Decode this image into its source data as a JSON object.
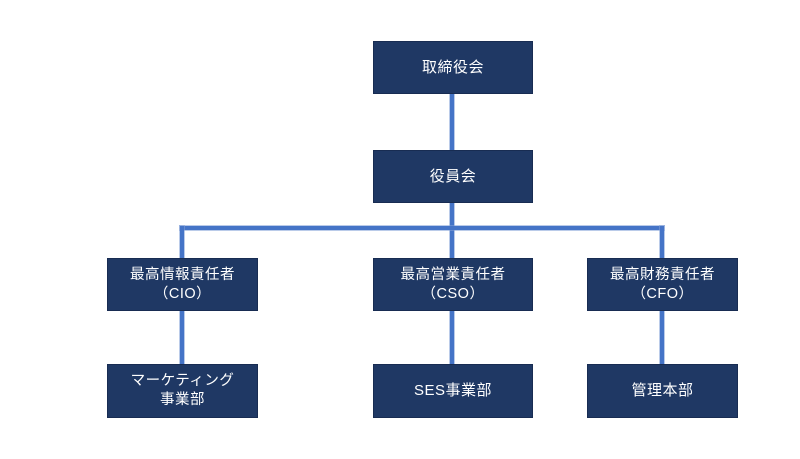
{
  "diagram": {
    "type": "org-chart",
    "title": "",
    "colors": {
      "node_fill": "#1f3864",
      "node_border": "#182c52",
      "node_text": "#ffffff",
      "connector": "#4574c7",
      "background": "#ffffff"
    },
    "nodes": {
      "board": {
        "label": "取締役会"
      },
      "executive": {
        "label": "役員会"
      },
      "cio": {
        "label": "最高情報責任者\n（CIO）"
      },
      "cso": {
        "label": "最高営業責任者\n（CSO）"
      },
      "cfo": {
        "label": "最高財務責任者\n（CFO）"
      },
      "marketing": {
        "label": "マーケティング\n事業部"
      },
      "ses": {
        "label": "SES事業部"
      },
      "admin": {
        "label": "管理本部"
      }
    },
    "edges": [
      {
        "from": "board",
        "to": "executive"
      },
      {
        "from": "executive",
        "to": "cio"
      },
      {
        "from": "executive",
        "to": "cso"
      },
      {
        "from": "executive",
        "to": "cfo"
      },
      {
        "from": "cio",
        "to": "marketing"
      },
      {
        "from": "cso",
        "to": "ses"
      },
      {
        "from": "cfo",
        "to": "admin"
      }
    ]
  }
}
